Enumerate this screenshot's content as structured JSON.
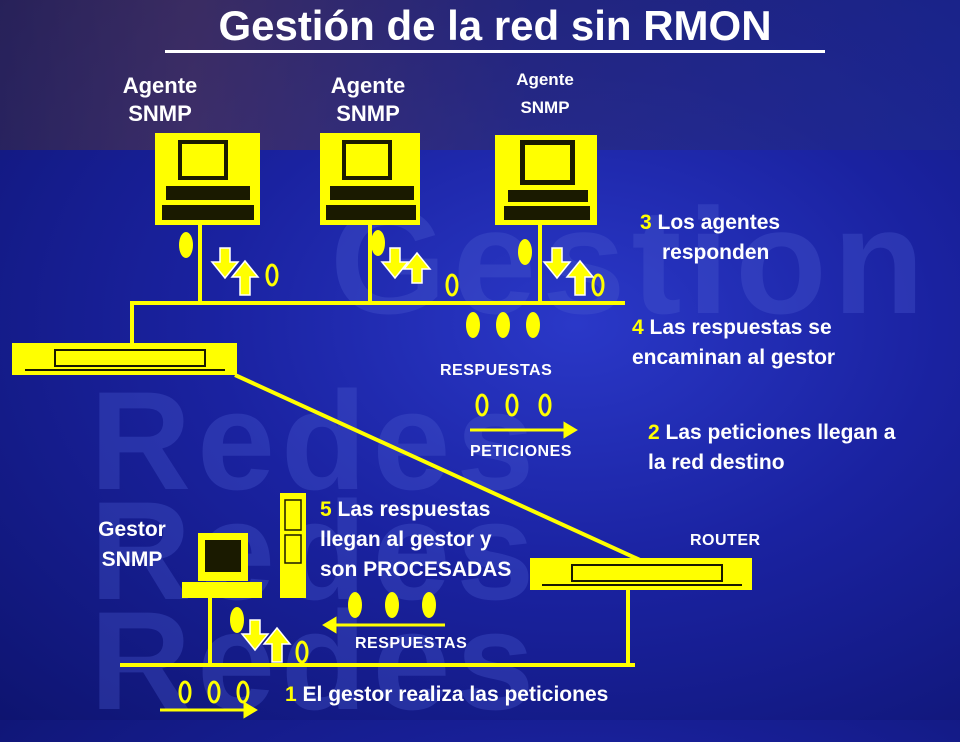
{
  "title": "Gestión de la red sin RMON",
  "agents": [
    {
      "label_line1": "Agente",
      "label_line2": "SNMP"
    },
    {
      "label_line1": "Agente",
      "label_line2": "SNMP"
    },
    {
      "label_line1": "Agente",
      "label_line2": "SNMP"
    }
  ],
  "manager": {
    "label_line1": "Gestor",
    "label_line2": "SNMP"
  },
  "router_label": "ROUTER",
  "captions": {
    "respuestas_top": "RESPUESTAS",
    "peticiones": "PETICIONES",
    "respuestas_bottom": "RESPUESTAS"
  },
  "steps": [
    {
      "num": "1",
      "text": " El gestor realiza las peticiones"
    },
    {
      "num": "2",
      "line1": " Las peticiones llegan a",
      "line2": "la red destino"
    },
    {
      "num": "3",
      "line1": " Los agentes",
      "line2": "responden"
    },
    {
      "num": "4",
      "line1": " Las respuestas se",
      "line2": "encaminan al gestor"
    },
    {
      "num": "5",
      "line1": " Las respuestas",
      "line2": "llegan al gestor y",
      "line3": "son PROCESADAS"
    }
  ],
  "watermark": {
    "word1": "Gestion",
    "word2": "Redes"
  },
  "colors": {
    "line": "#ffff00",
    "device": "#ffff00",
    "text": "#ffffff",
    "accent": "#ffff00"
  }
}
